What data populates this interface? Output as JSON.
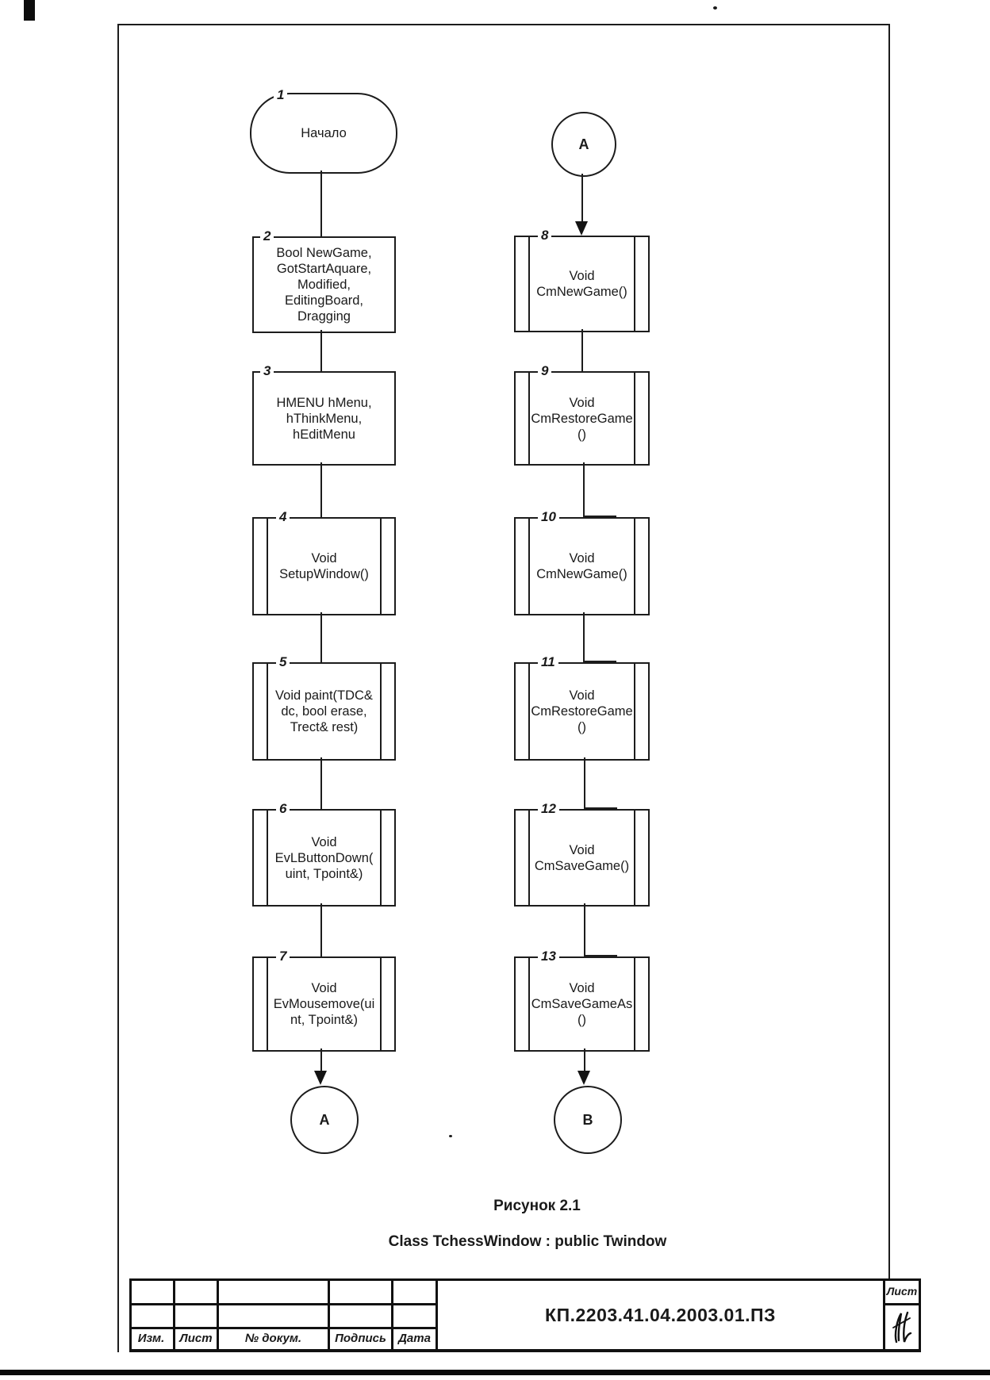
{
  "flow": {
    "start": {
      "num": "1",
      "label": "Начало"
    },
    "left": [
      {
        "num": "2",
        "lines": [
          "Bool NewGame,",
          "GotStartAquare,",
          "Modified,",
          "EditingBoard,",
          "Dragging"
        ]
      },
      {
        "num": "3",
        "lines": [
          "HMENU hMenu,",
          "hThinkMenu,",
          "hEditMenu"
        ]
      },
      {
        "num": "4",
        "lines": [
          "Void",
          "SetupWindow()"
        ]
      },
      {
        "num": "5",
        "lines": [
          "Void paint(TDC&",
          "dc, bool erase,",
          "Trect& rest)"
        ]
      },
      {
        "num": "6",
        "lines": [
          "Void",
          "EvLButtonDown(",
          "uint, Tpoint&)"
        ]
      },
      {
        "num": "7",
        "lines": [
          "Void",
          "EvMousemove(ui",
          "nt, Tpoint&)"
        ]
      }
    ],
    "right": [
      {
        "num": "8",
        "lines": [
          "Void",
          "CmNewGame()"
        ]
      },
      {
        "num": "9",
        "lines": [
          "Void",
          "CmRestoreGame",
          "()"
        ]
      },
      {
        "num": "10",
        "lines": [
          "Void",
          "CmNewGame()"
        ]
      },
      {
        "num": "11",
        "lines": [
          "Void",
          "CmRestoreGame",
          "()"
        ]
      },
      {
        "num": "12",
        "lines": [
          "Void",
          "CmSaveGame()"
        ]
      },
      {
        "num": "13",
        "lines": [
          "Void",
          "CmSaveGameAs",
          "()"
        ]
      }
    ],
    "connectors": {
      "a_top": "A",
      "a_bottom": "A",
      "b_bottom": "B"
    }
  },
  "caption": {
    "figure": "Рисунок 2.1",
    "class_line": "Class TchessWindow : public Twindow"
  },
  "title_block": {
    "doc_number": "КП.2203.41.04.2003.01.ПЗ",
    "sheet_header": "Лист",
    "sheet_mark_icon": "handwritten-sheet-number-scribble",
    "labels": {
      "izm": "Изм.",
      "list": "Лист",
      "doc": "№ докум.",
      "sign": "Подпись",
      "date": "Дата"
    }
  },
  "colors": {
    "ink": "#1a1a1a",
    "paper": "#ffffff"
  }
}
